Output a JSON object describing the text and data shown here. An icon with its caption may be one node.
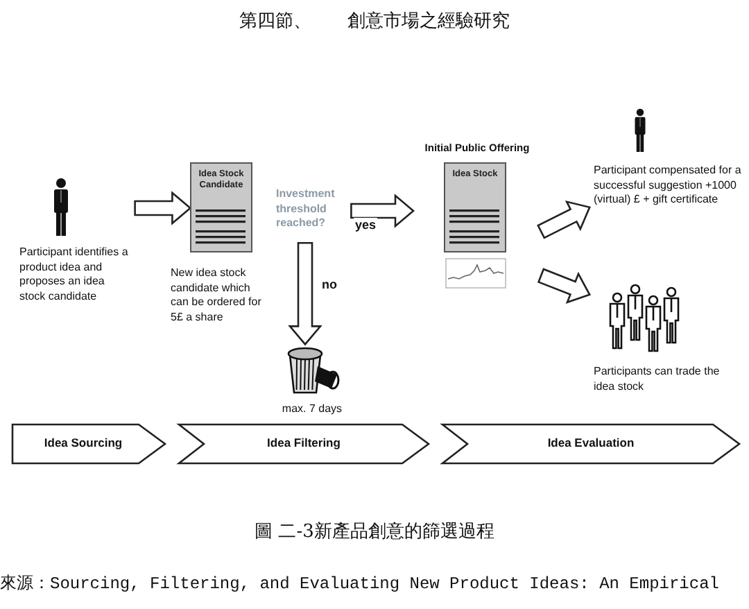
{
  "diagram": {
    "title": "第四節、　　創意市場之經驗研究",
    "caption": "圖 二-3新產品創意的篩選過程",
    "nodes": [
      {
        "text": [
          "Participant identifies a product idea and proposes an idea stock candidate"
        ]
      },
      {
        "text": [
          "Idea Stock Candidate"
        ],
        "beside": [
          "New idea stock candidate which can be ordered for 5£ a share"
        ]
      },
      {
        "text": [
          "Investment threshold reached?"
        ]
      },
      {
        "text": [
          "Initial Public Offering",
          "Idea Stock"
        ]
      },
      {
        "text": [
          "Participant compensated for a successful suggestion +1000 (virtual) £ + gift certificate"
        ]
      },
      {
        "text": [
          "Participants can trade the idea stock"
        ]
      },
      {
        "text": [],
        "shape": "bin",
        "beside": [
          "max. 7 days"
        ]
      },
      {
        "text": [
          "Idea Sourcing"
        ]
      },
      {
        "text": [
          "Idea Filtering"
        ]
      },
      {
        "text": [
          "Idea Evaluation"
        ]
      }
    ],
    "edges": [
      {
        "from": 0,
        "to": 1,
        "arrow": "to"
      },
      {
        "from": 2,
        "to": 3,
        "arrow": "to",
        "label": "yes"
      },
      {
        "from": 2,
        "to": 6,
        "arrow": "to",
        "label": "no"
      },
      {
        "from": 3,
        "to": 4,
        "arrow": "to"
      },
      {
        "from": 3,
        "to": 5,
        "arrow": "to"
      }
    ],
    "labels": [
      "來源：Sourcing, Filtering, and Evaluating New Product Ideas: An Empirical"
    ]
  }
}
